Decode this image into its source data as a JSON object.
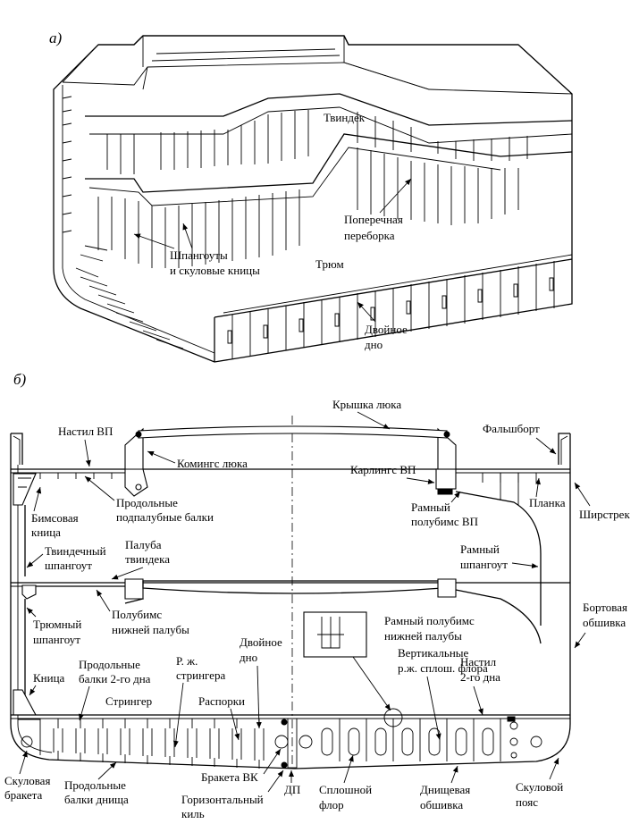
{
  "panel_a": {
    "letter": "а)",
    "labels": {
      "tweendeck": "Твиндек",
      "transverse_bulkhead_1": "Поперечная",
      "transverse_bulkhead_2": "переборка",
      "frames_1": "Шпангоуты",
      "frames_2": "и скуловые кницы",
      "hold": "Трюм",
      "double_bottom_1": "Двойное",
      "double_bottom_2": "дно"
    }
  },
  "panel_b": {
    "letter": "б)",
    "labels": {
      "hatch_cover": "Крышка люка",
      "upper_deck_plating": "Настил ВП",
      "bulwark": "Фальшборт",
      "hatch_coaming": "Комингс люка",
      "deck_girder": "Карлингс ВП",
      "longitudinal_deck_beams_1": "Продольные",
      "longitudinal_deck_beams_2": "подпалубные балки",
      "beam_knee_1": "Бимсовая",
      "beam_knee_2": "кница",
      "web_half_beam_1": "Рамный",
      "web_half_beam_2": "полубимс ВП",
      "plank": "Планка",
      "sheer_strake": "Ширстрек",
      "tweendeck_frame_1": "Твиндечный",
      "tweendeck_frame_2": "шпангоут",
      "tweendeck_deck_1": "Палуба",
      "tweendeck_deck_2": "твиндека",
      "web_frame_1": "Рамный",
      "web_frame_2": "шпангоут",
      "side_plating_1": "Бортовая",
      "side_plating_2": "обшивка",
      "hold_frame_1": "Трюмный",
      "hold_frame_2": "шпангоут",
      "lower_half_beam_1": "Полубимс",
      "lower_half_beam_2": "нижней палубы",
      "lower_web_half_beam_1": "Рамный полубимс",
      "lower_web_half_beam_2": "нижней палубы",
      "double_bottom_1": "Двойное",
      "double_bottom_2": "дно",
      "vertical_stiffeners_1": "Вертикальные",
      "vertical_stiffeners_2": "р.ж. сплош. флора",
      "stringer_stiffener_1": "Р. ж.",
      "stringer_stiffener_2": "стрингера",
      "longitudinal_2nd_bottom_1": "Продольные",
      "longitudinal_2nd_bottom_2": "балки 2-го дна",
      "inner_bottom_plating_1": "Настил",
      "inner_bottom_plating_2": "2-го дна",
      "knee": "Кница",
      "struts": "Распорки",
      "stringer": "Стрингер",
      "bilge_bracket_1": "Скуловая",
      "bilge_bracket_2": "бракета",
      "bottom_longitudinals_1": "Продольные",
      "bottom_longitudinals_2": "балки днища",
      "keel_bracket": "Бракета ВК",
      "horizontal_keel_1": "Горизонтальный",
      "horizontal_keel_2": "киль",
      "centerline": "ДП",
      "solid_floor_1": "Сплошной",
      "solid_floor_2": "флор",
      "bottom_plating_1": "Днищевая",
      "bottom_plating_2": "обшивка",
      "bilge_strake_1": "Скуловой",
      "bilge_strake_2": "пояс"
    }
  }
}
